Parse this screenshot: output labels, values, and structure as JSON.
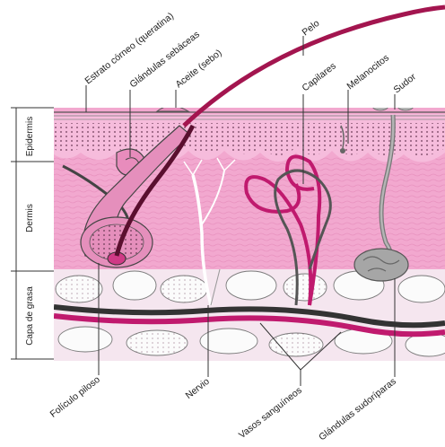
{
  "labels": {
    "estrato_corneo": "Estrato córneo (queratina)",
    "glandulas_sebaceas": "Glándulas sebáceas",
    "aceite": "Aceite (sebo)",
    "pelo": "Pelo",
    "capilares": "Capilares",
    "melanocitos": "Melanocitos",
    "sudor": "Sudor",
    "foliculo_piloso": "Folículo piloso",
    "nervio": "Nervio",
    "vasos_sanguineos": "Vasos sanguíneos",
    "glandulas_sudoriparas": "Glándulas sudoríparas"
  },
  "layers": {
    "epidermis": "Epidermis",
    "dermis": "Dermis",
    "capa_de_grasa": "Capa de grasa"
  },
  "colors": {
    "dermis": "#f2a8cf",
    "epidermis": "#f6bcdc",
    "vessel": "#c01a6e",
    "hair": "#a3154f",
    "fat": "#fafafa",
    "nerve": "#ffffff",
    "gland": "#9a9a9a"
  }
}
